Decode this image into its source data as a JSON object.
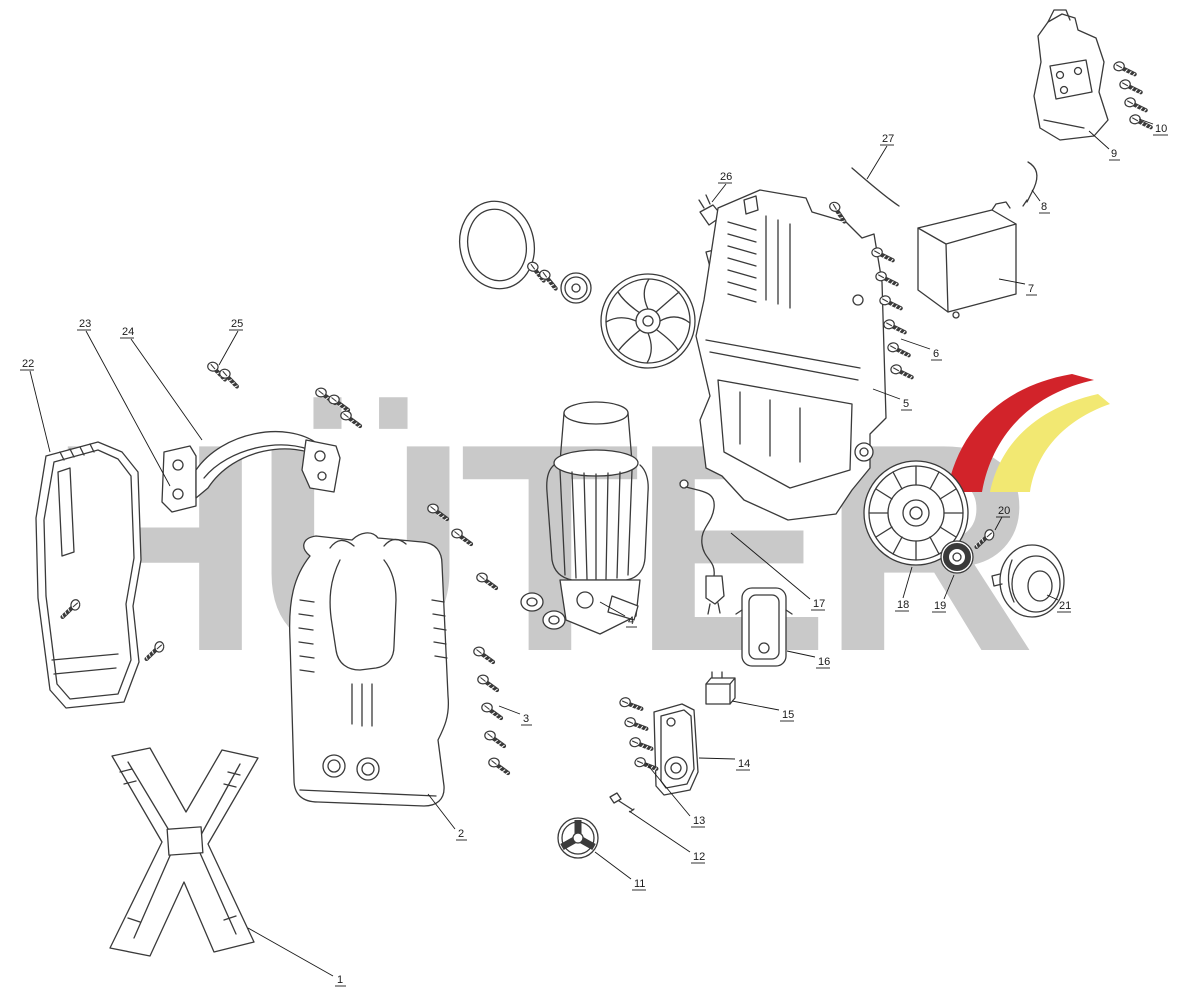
{
  "diagram": {
    "watermark": {
      "text": "HÜTER",
      "color": "#c9c9c9"
    },
    "logo": {
      "red": "#d2232a",
      "yellow": "#f2e872"
    },
    "line_color": "#3a3a3a",
    "part_labels": [
      "1",
      "2",
      "3",
      "4",
      "5",
      "6",
      "7",
      "8",
      "9",
      "10",
      "11",
      "12",
      "13",
      "14",
      "15",
      "16",
      "17",
      "18",
      "19",
      "20",
      "21",
      "22",
      "23",
      "24",
      "25",
      "26",
      "27"
    ]
  }
}
